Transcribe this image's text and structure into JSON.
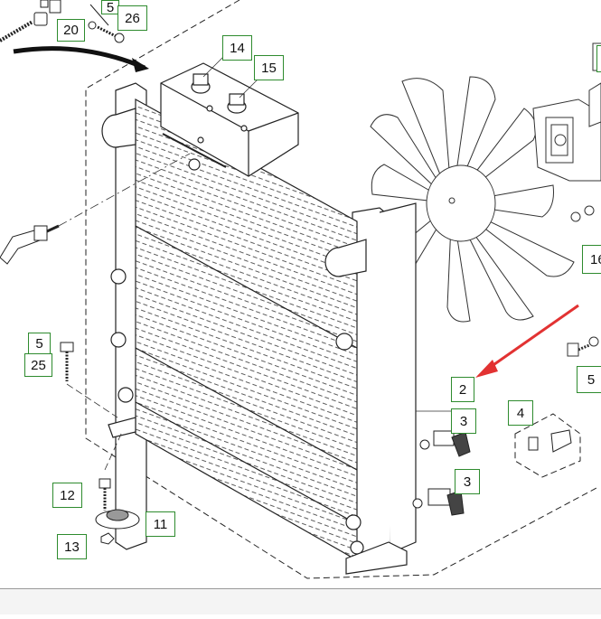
{
  "colors": {
    "line": "#222222",
    "callout_border": "#2e8b2e",
    "arrow": "#e23232",
    "background": "#ffffff"
  },
  "callouts": {
    "c20": "20",
    "c5_top": "5",
    "c26": "26",
    "c14": "14",
    "c15": "15",
    "c5_left": "5",
    "c25": "25",
    "c2": "2",
    "c3_top": "3",
    "c3_bottom": "3",
    "c4": "4",
    "c5_right": "5",
    "c16_partial": "16",
    "c12": "12",
    "c11": "11",
    "c13": "13"
  }
}
